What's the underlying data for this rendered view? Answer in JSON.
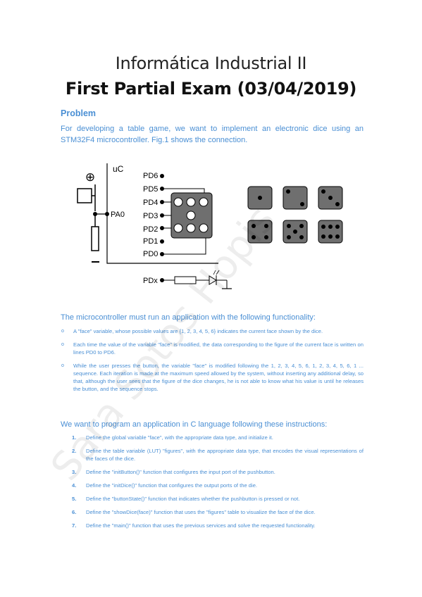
{
  "header": {
    "title": "Informática Industrial II",
    "subtitle": "First Partial Exam (03/04/2019)"
  },
  "problem": {
    "heading": "Problem",
    "intro": "For developing a table game, we want to implement an electronic dice using an STM32F4 microcontroller. Fig.1 shows the connection."
  },
  "diagram": {
    "uc_label": "uC",
    "pa0": "PA0",
    "pins": [
      "PD6",
      "PD5",
      "PD4",
      "PD3",
      "PD2",
      "PD1",
      "PD0"
    ],
    "pdx": "PDx",
    "plus": "⊕",
    "minus": "−"
  },
  "functionality": {
    "intro": "The microcontroller must run an application with the following functionality:",
    "bullet_marker": "o",
    "items": [
      "A \"face\" variable, whose possible values are {1, 2, 3, 4, 5, 6} indicates the current face shown by the dice.",
      "Each time the value of the variable \"face\" is modified, the data corresponding to the figure of the current face is written on lines PD0 to PD6.",
      "While the user presses the button, the variable \"face\" is modified following the 1, 2, 3, 4, 5, 6, 1, 2, 3, 4, 5, 6, 1 ... sequence. Each iteration is made at the maximum speed allowed by the system, without inserting any additional delay, so that, although the user sees that the figure of the dice changes, he is not able to know what his value is until he releases the button, and the sequence stops."
    ]
  },
  "program": {
    "intro": "We want to program an application in C language following these instructions:",
    "steps": [
      {
        "num": "1.",
        "text": "Define the global variable \"face\", with the appropriate data type, and initialize it."
      },
      {
        "num": "2.",
        "text": "Define the table variable (LUT) \"figures\", with the appropriate data type, that encodes the visual representations of the faces of the dice."
      },
      {
        "num": "3.",
        "text": "Define the \"initButton()\" function that configures the input port of the pushbutton."
      },
      {
        "num": "4.",
        "text": "Define the \"initDice()\" function that configures the output ports of the die."
      },
      {
        "num": "5.",
        "text": "Define the \"buttonState()\" function that indicates whether the pushbutton is pressed or not."
      },
      {
        "num": "6.",
        "text": "Define the \"showDice(face)\" function that uses the \"figures\" table to visualize the face of the dice."
      },
      {
        "num": "7.",
        "text": "Define the \"main()\" function that uses the previous services and solve the requested functionality."
      }
    ]
  },
  "watermark": "Sara Sotos Hopis",
  "colors": {
    "accent": "#4a8fd4",
    "dice": "#6f6f6f"
  }
}
